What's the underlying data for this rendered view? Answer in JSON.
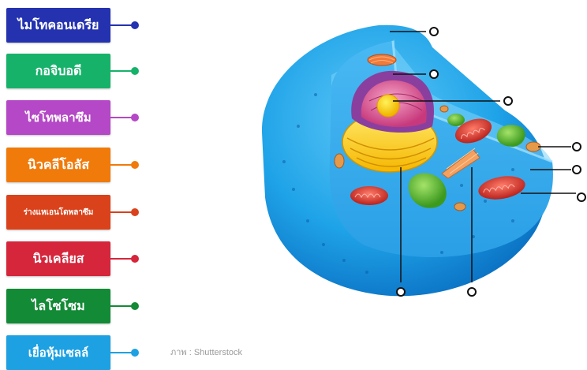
{
  "labels": [
    {
      "text": "ไมโทคอนเดรีย",
      "color": "#2432b0",
      "line": "#2432b0"
    },
    {
      "text": "กอจิบอดี",
      "color": "#17b26a",
      "line": "#17b26a"
    },
    {
      "text": "ไซโทพลาซึม",
      "color": "#b548c6",
      "line": "#b548c6"
    },
    {
      "text": "นิวคลีโอลัส",
      "color": "#f07a0a",
      "line": "#f07a0a"
    },
    {
      "text": "ร่างแหเอนโดพลาซึม",
      "color": "#d9421b",
      "line": "#d9421b"
    },
    {
      "text": "นิวเคลียส",
      "color": "#d5263c",
      "line": "#d5263c"
    },
    {
      "text": "ไลโซโซม",
      "color": "#138a36",
      "line": "#138a36"
    },
    {
      "text": "เยื่อหุ้มเซลล์",
      "color": "#1da1e2",
      "line": "#1da1e2"
    }
  ],
  "credit": "ภาพ : Shutterstock",
  "cell_image": "animal-cell-3d-cutaway"
}
